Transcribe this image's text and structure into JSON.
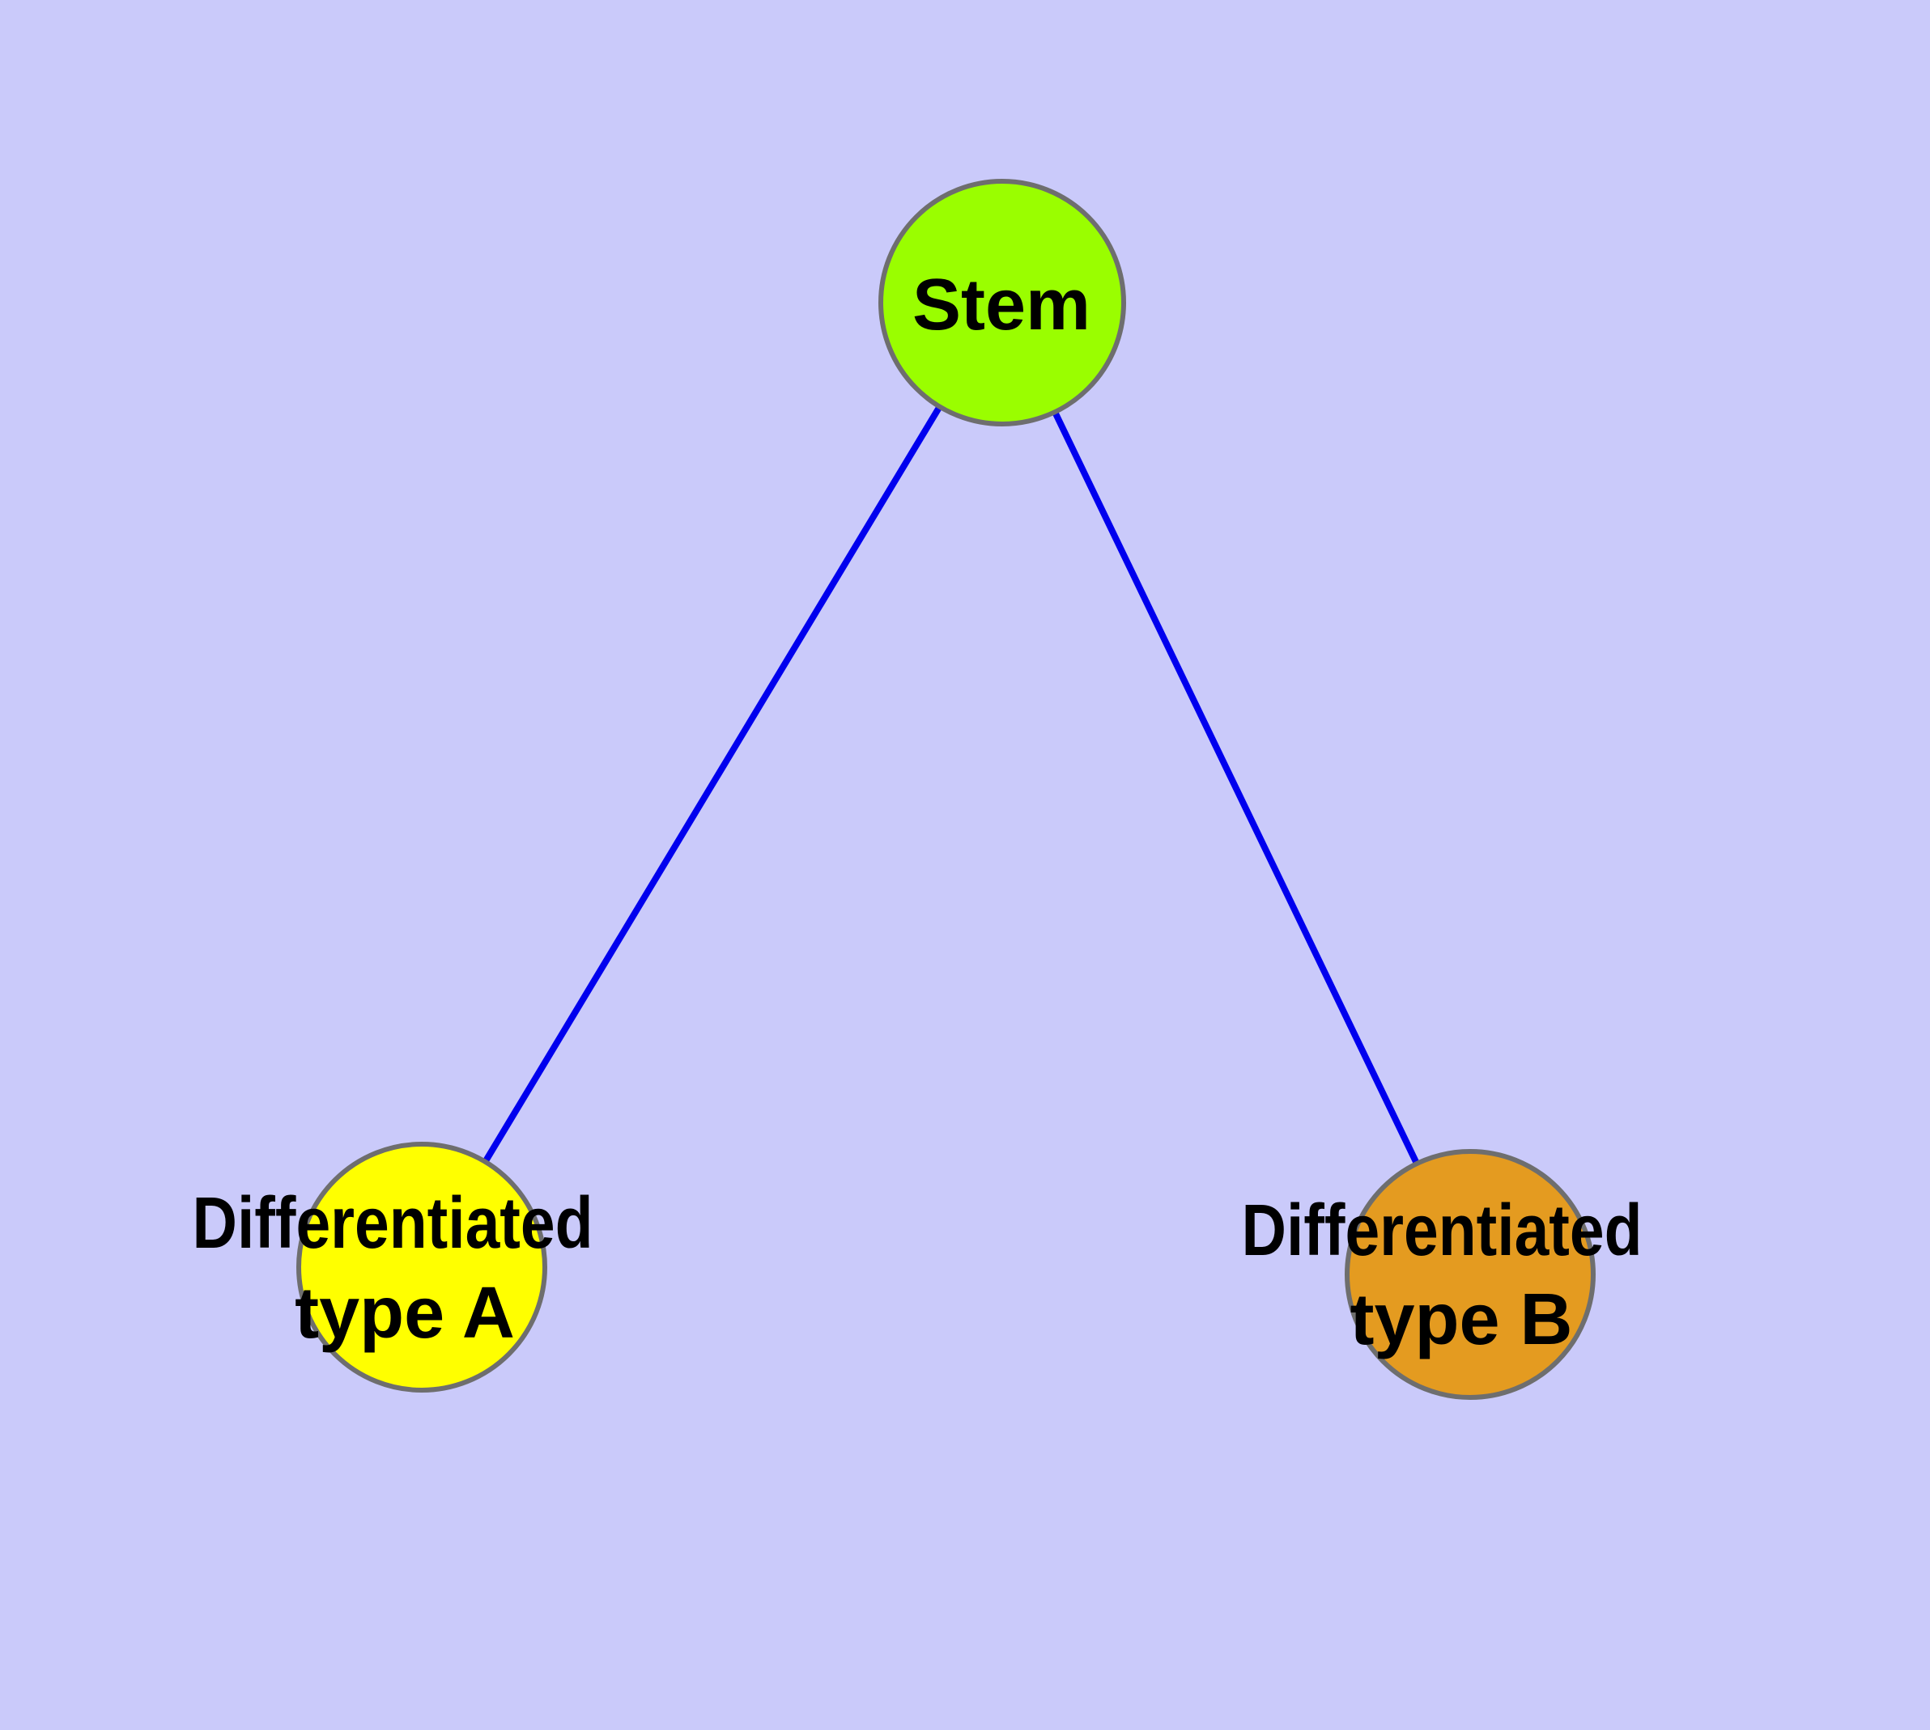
{
  "diagram": {
    "background_color": "#CACAFA",
    "edge_color": "#0000EE",
    "node_border_color": "#6E6E6E",
    "label_text_color": "#000000",
    "nodes": {
      "stem": {
        "label": "Stem",
        "color": "#9AFE00"
      },
      "type_a": {
        "label": "Differentiated type A",
        "label_line1": "Differentiated",
        "label_line2": "type A",
        "color": "#FFFF00"
      },
      "type_b": {
        "label": "Differentiated type B",
        "label_line1": "Differentiated",
        "label_line2": "type B",
        "color": "#E49B20"
      }
    },
    "edges": [
      {
        "from": "Stem",
        "to": "Differentiated type A"
      },
      {
        "from": "Stem",
        "to": "Differentiated type B"
      }
    ]
  }
}
